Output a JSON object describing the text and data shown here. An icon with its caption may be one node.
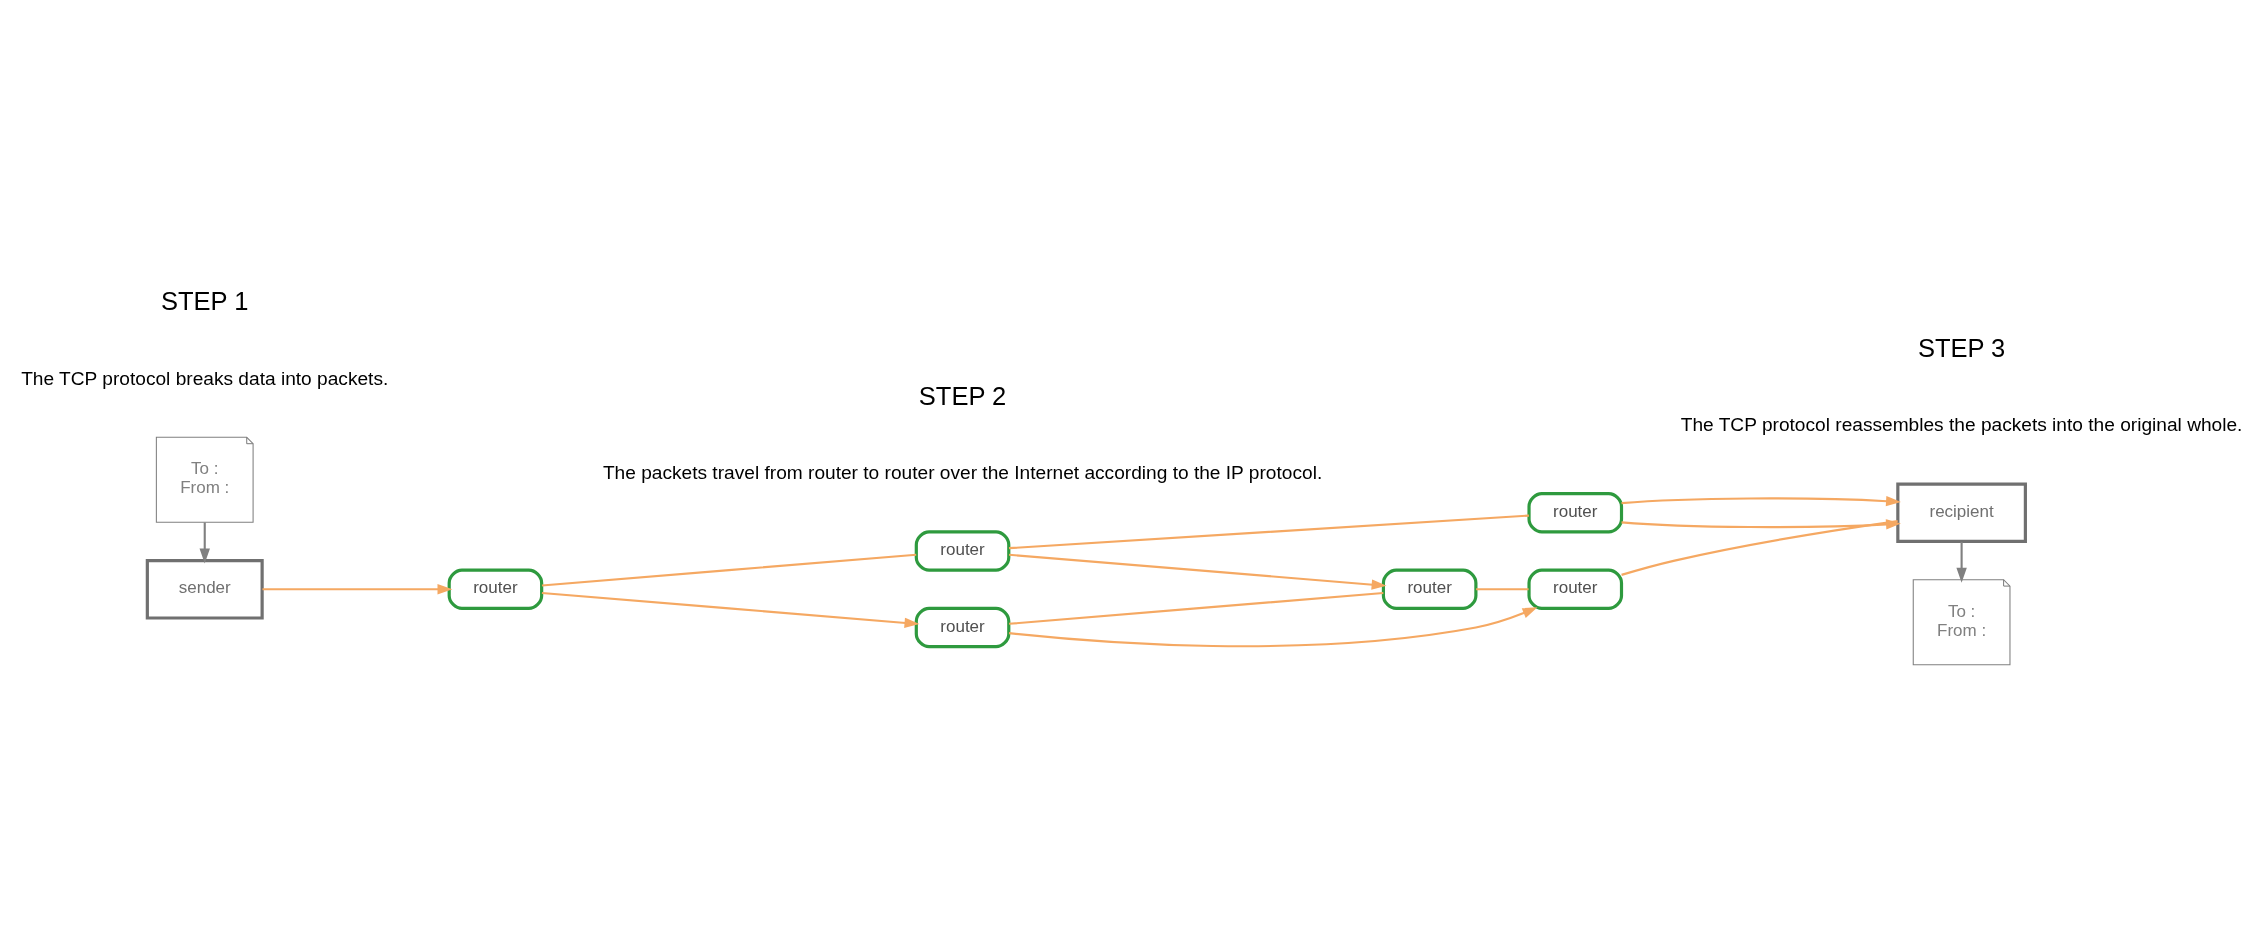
{
  "diagram": {
    "nodes": [
      {
        "text": [
          "To :",
          "From :"
        ]
      },
      {
        "text": [
          "sender"
        ]
      },
      {
        "text": [
          "router"
        ]
      },
      {
        "text": [
          "router"
        ]
      },
      {
        "text": [
          "router"
        ]
      },
      {
        "text": [
          "router"
        ]
      },
      {
        "text": [
          "router"
        ]
      },
      {
        "text": [
          "router"
        ]
      },
      {
        "text": [
          "recipient"
        ]
      },
      {
        "text": [
          "To :",
          "From :"
        ]
      }
    ],
    "edges": [
      {
        "from": 0,
        "to": 1,
        "arrow": "to",
        "color": "#808080"
      },
      {
        "from": 1,
        "to": 2,
        "arrow": "to"
      },
      {
        "from": 2,
        "to": 3,
        "arrow": "none"
      },
      {
        "from": 2,
        "to": 6,
        "arrow": "to"
      },
      {
        "from": 3,
        "to": 4,
        "arrow": "none"
      },
      {
        "from": 3,
        "to": 5,
        "arrow": "to"
      },
      {
        "from": 4,
        "to": 8,
        "arrow": "to"
      },
      {
        "from": 4,
        "to": 8,
        "arrow": "to"
      },
      {
        "from": 6,
        "to": 5,
        "arrow": "none"
      },
      {
        "from": 6,
        "to": 7,
        "arrow": "to"
      },
      {
        "from": 5,
        "to": 7,
        "arrow": "none"
      },
      {
        "from": 7,
        "to": 8,
        "arrow": "none"
      },
      {
        "from": 8,
        "to": 9,
        "arrow": "to",
        "color": "#808080"
      }
    ],
    "labels": [
      "STEP 1",
      "The TCP protocol breaks data into packets.",
      "STEP 2",
      "The packets travel from router to router over the Internet according to the IP protocol.",
      "STEP 3",
      "The TCP protocol reassembles the packets into the original whole."
    ]
  }
}
